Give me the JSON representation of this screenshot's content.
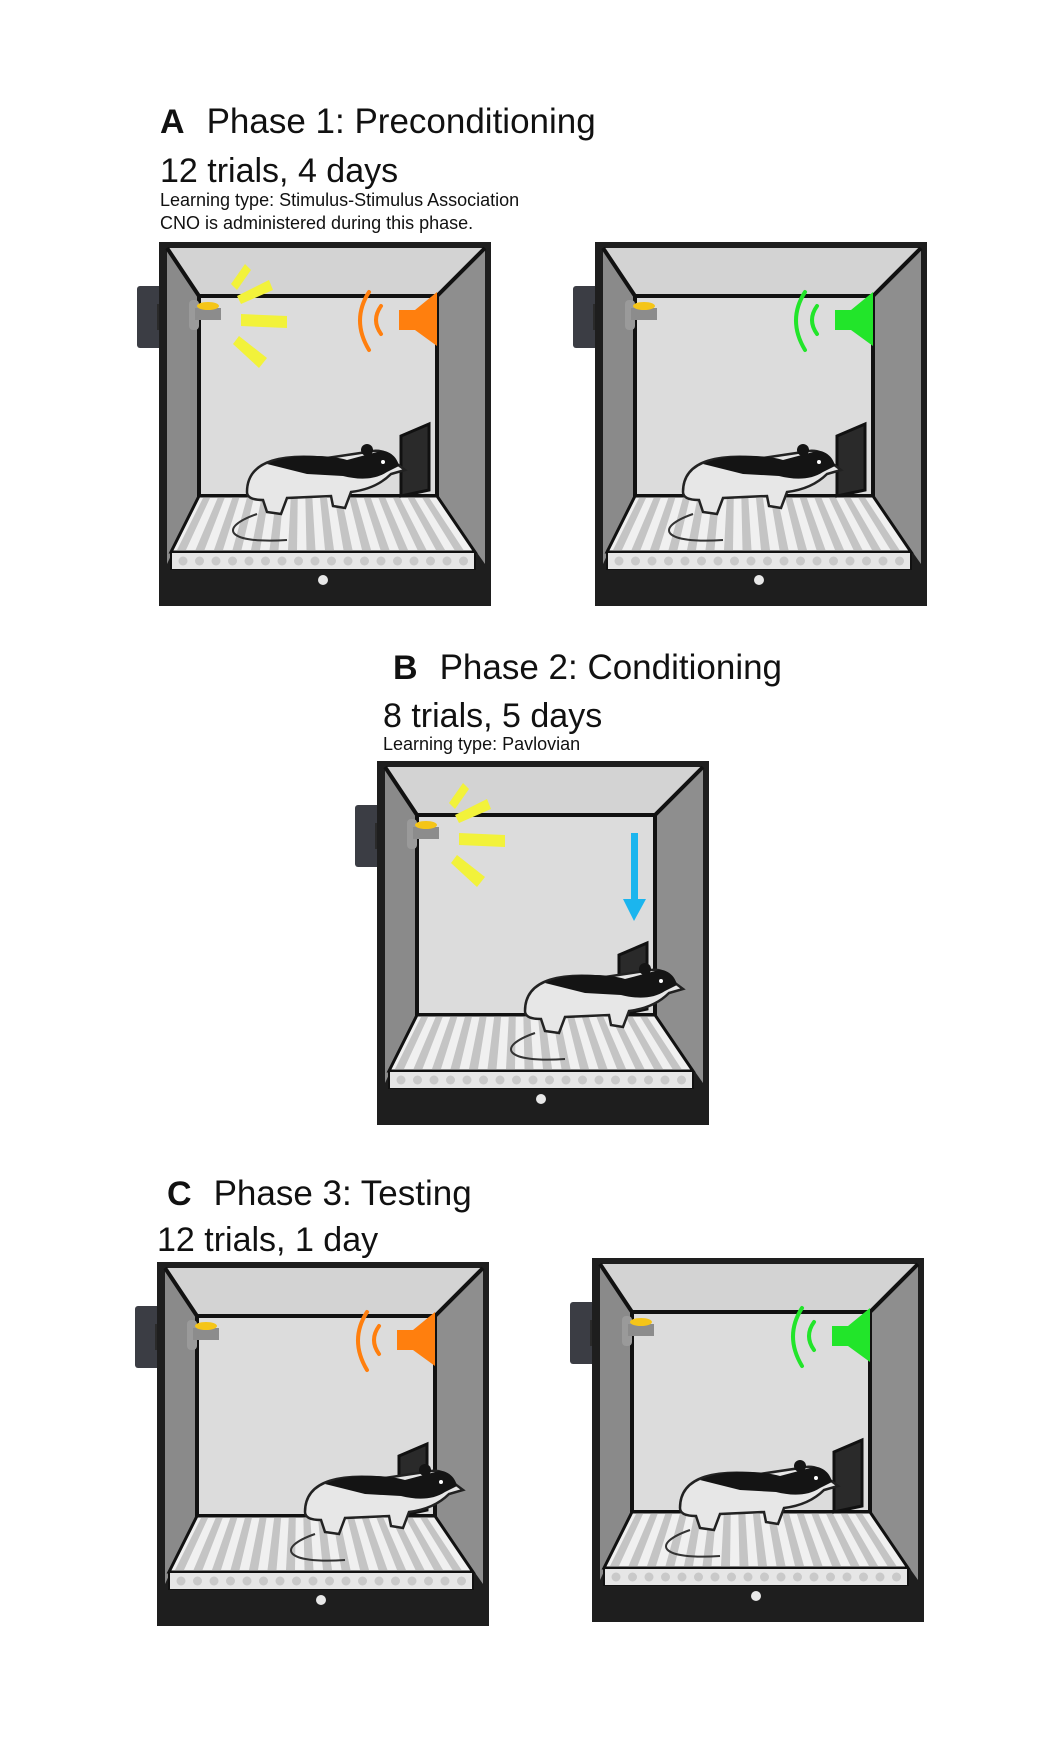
{
  "phases": [
    {
      "letter": "A",
      "title": "Phase 1: Preconditioning",
      "trials": "12 trials, 4 days",
      "notes": [
        "Learning type: Stimulus-Stimulus Association",
        "CNO is administered during this phase."
      ],
      "boxes": [
        {
          "light": true,
          "tone_color": "#FF7F0E",
          "arrow": false,
          "rat_at_port": false
        },
        {
          "light": false,
          "tone_color": "#22E52A",
          "arrow": false,
          "rat_at_port": false
        }
      ]
    },
    {
      "letter": "B",
      "title": "Phase 2: Conditioning",
      "trials": "8 trials, 5 days",
      "notes": [
        "Learning type: Pavlovian"
      ],
      "boxes": [
        {
          "light": true,
          "tone_color": null,
          "arrow": true,
          "arrow_color": "#1BB5EE",
          "rat_at_port": true
        }
      ]
    },
    {
      "letter": "C",
      "title": "Phase 3: Testing",
      "trials": "12 trials, 1 day",
      "notes": [],
      "boxes": [
        {
          "light": false,
          "tone_color": "#FF7F0E",
          "arrow": false,
          "rat_at_port": true
        },
        {
          "light": false,
          "tone_color": "#22E52A",
          "arrow": false,
          "rat_at_port": false
        }
      ]
    }
  ],
  "colors": {
    "light": "#F2F23A",
    "pellet": "#F5C518",
    "frame": "#1E1E1E"
  },
  "icons": [
    "light-icon",
    "speaker-icon",
    "sound-wave-icon",
    "food-pellet-icon",
    "rat-icon",
    "arrow-down-icon",
    "food-port-icon",
    "lever-icon"
  ]
}
